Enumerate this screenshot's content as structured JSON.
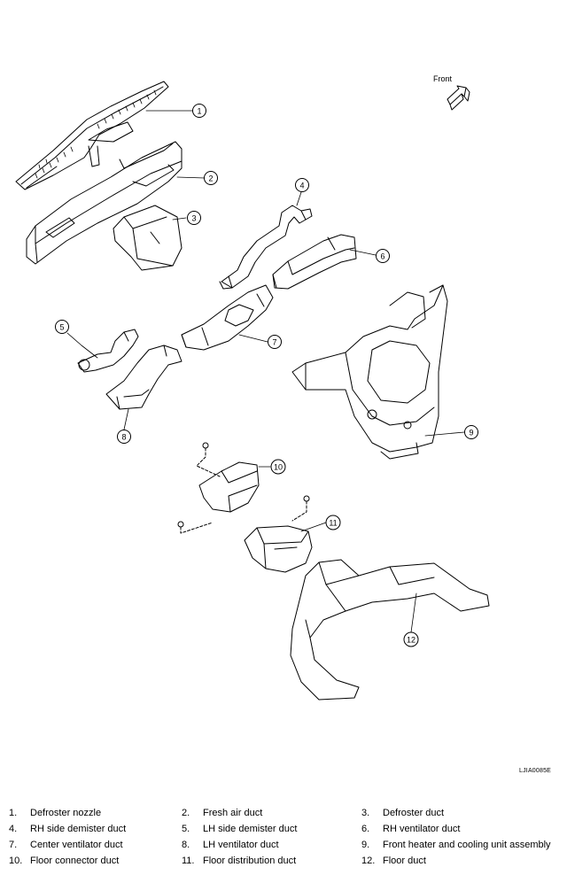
{
  "front_label": "Front",
  "drawing_code": "LJIA0085E",
  "callouts": [
    "1",
    "2",
    "3",
    "4",
    "5",
    "6",
    "7",
    "8",
    "9",
    "10",
    "11",
    "12"
  ],
  "legend": [
    {
      "num": "1.",
      "label": "Defroster nozzle"
    },
    {
      "num": "2.",
      "label": "Fresh air duct"
    },
    {
      "num": "3.",
      "label": "Defroster duct"
    },
    {
      "num": "4.",
      "label": "RH side demister duct"
    },
    {
      "num": "5.",
      "label": "LH side demister duct"
    },
    {
      "num": "6.",
      "label": "RH ventilator duct"
    },
    {
      "num": "7.",
      "label": "Center ventilator duct"
    },
    {
      "num": "8.",
      "label": "LH ventilator duct"
    },
    {
      "num": "9.",
      "label": "Front heater and cooling unit assembly"
    },
    {
      "num": "10.",
      "label": "Floor connector duct"
    },
    {
      "num": "11.",
      "label": "Floor distribution duct"
    },
    {
      "num": "12.",
      "label": "Floor duct"
    }
  ]
}
